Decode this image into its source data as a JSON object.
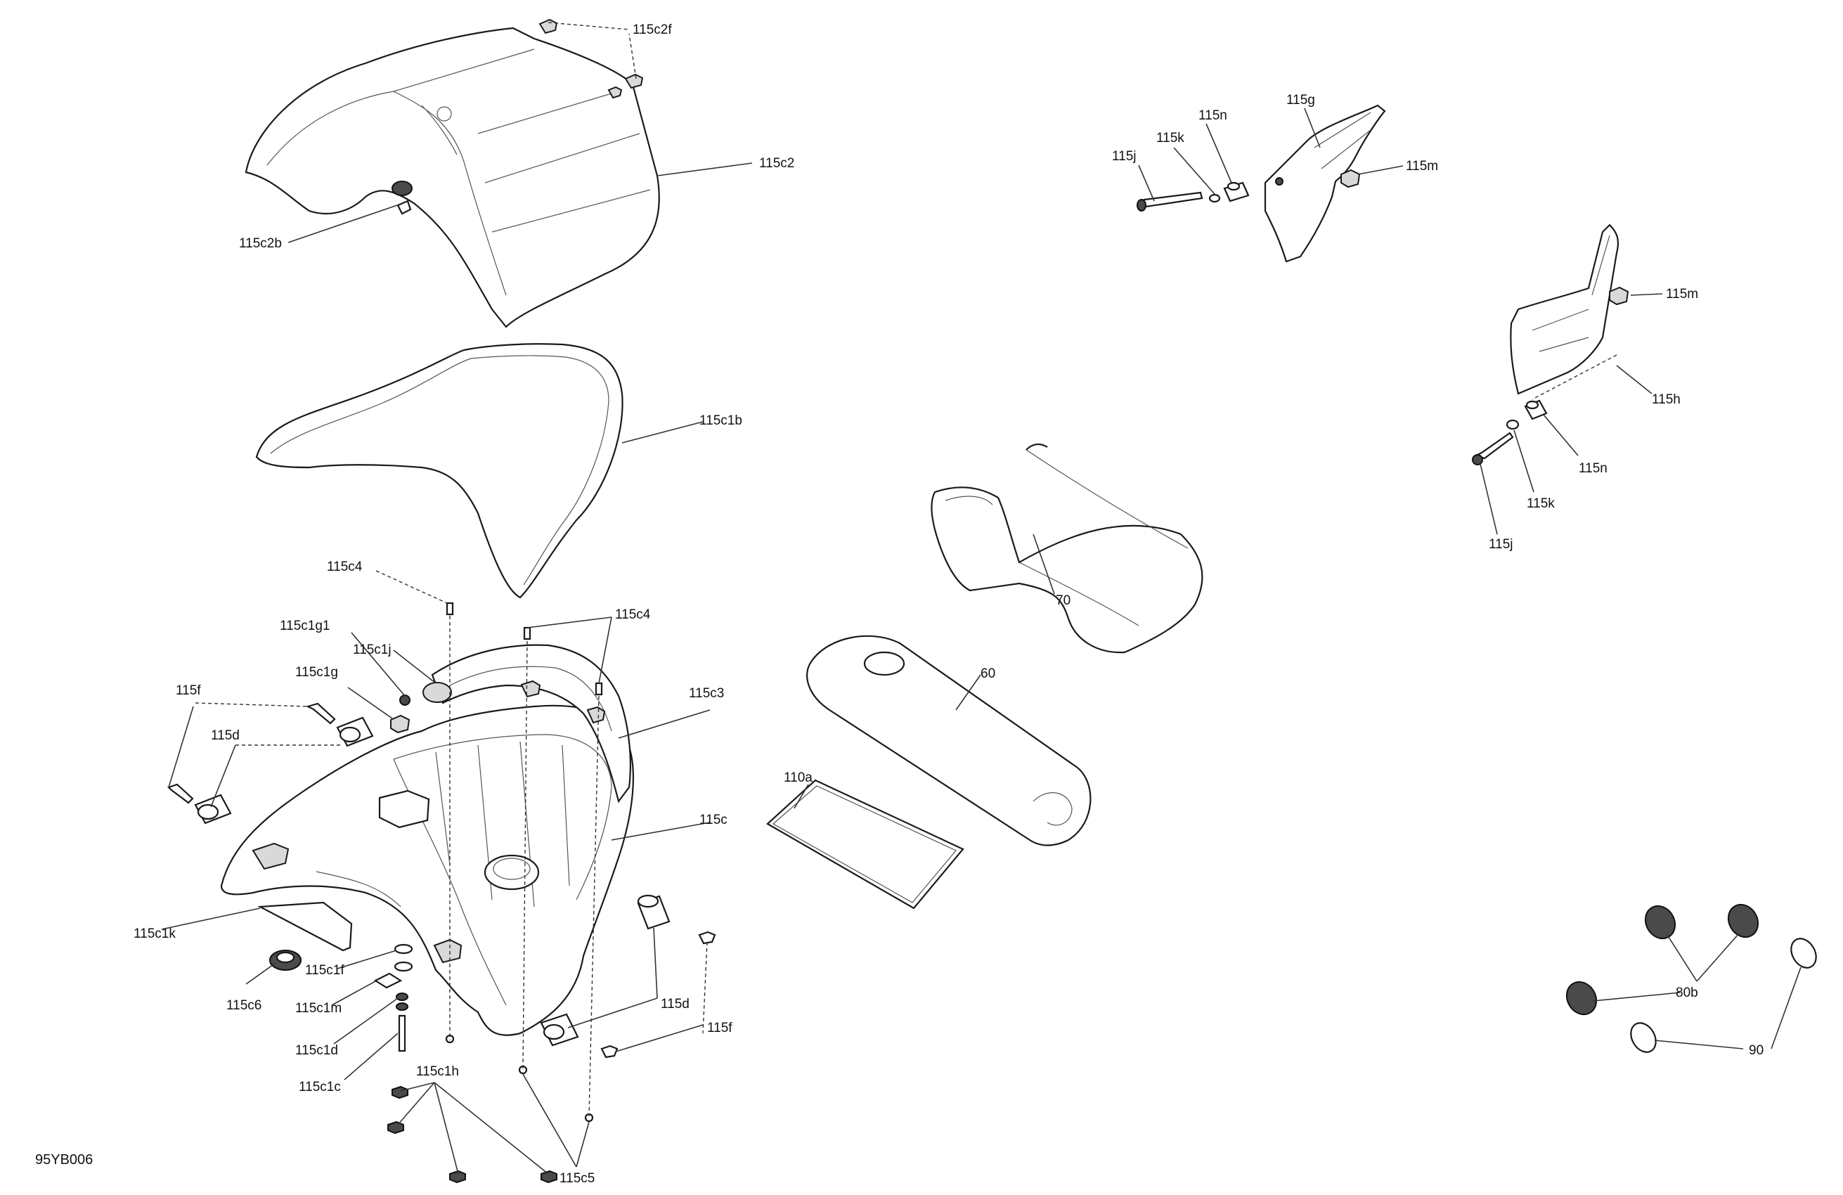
{
  "diagram_ref": "95YB006",
  "callouts": {
    "c115c2f": "115c2f",
    "c115c2": "115c2",
    "c115c2b": "115c2b",
    "c115c1b": "115c1b",
    "c115c4_a": "115c4",
    "c115c4_b": "115c4",
    "c115c1g1": "115c1g1",
    "c115c1j": "115c1j",
    "c115c1g": "115c1g",
    "c115f_left": "115f",
    "c115d_left": "115d",
    "c115c3": "115c3",
    "c115c": "115c",
    "c115c1k": "115c1k",
    "c115c1f": "115c1f",
    "c115c6": "115c6",
    "c115c1m": "115c1m",
    "c115c1d": "115c1d",
    "c115c1c": "115c1c",
    "c115c1h": "115c1h",
    "c115c5": "115c5",
    "c115d_right": "115d",
    "c115f_right": "115f",
    "c115j_top": "115j",
    "c115k_top": "115k",
    "c115n_top": "115n",
    "c115g": "115g",
    "c115m_top": "115m",
    "c115m_right": "115m",
    "c115h": "115h",
    "c115n_right": "115n",
    "c115k_right": "115k",
    "c115j_right": "115j",
    "c70": "70",
    "c60": "60",
    "c110a": "110a",
    "c80b": "80b",
    "c90": "90"
  }
}
